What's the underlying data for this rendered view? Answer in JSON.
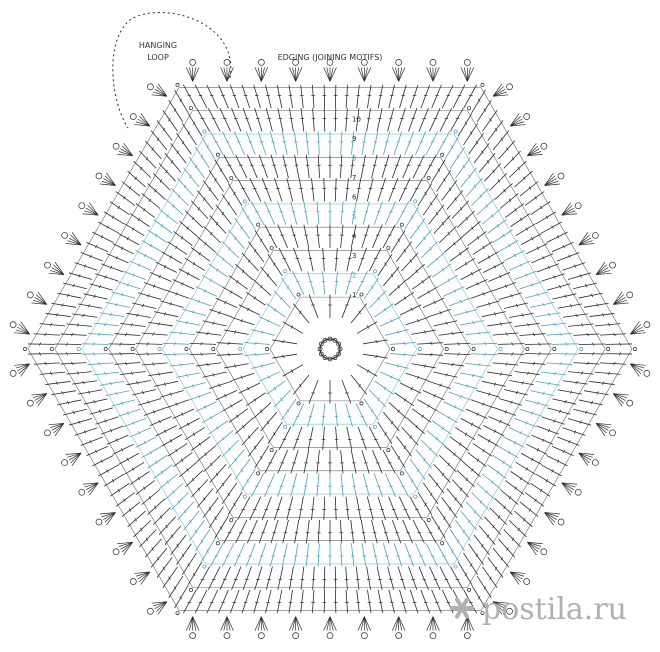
{
  "labels": {
    "hanging_loop_line1": "HANGING",
    "hanging_loop_line2": "LOOP",
    "edging": "EDGING (JOINING MOTIFS)"
  },
  "row_numbers": [
    "1",
    "2",
    "3",
    "4",
    "5",
    "6",
    "7",
    "8",
    "9",
    "10"
  ],
  "watermark": "postila.ru",
  "colors": {
    "dark_rows": "#2b2b2b",
    "blue_rows": "#4aa3b8",
    "watermark": "#b0b0b0",
    "background": "#ffffff"
  },
  "icons": {
    "watermark_logo": "asterisk-flower-icon"
  },
  "chart": {
    "rows": 10,
    "shape": "hexagon",
    "row_colors": [
      "dark",
      "blue",
      "dark",
      "dark",
      "blue",
      "dark",
      "dark",
      "blue",
      "dark",
      "dark"
    ]
  }
}
